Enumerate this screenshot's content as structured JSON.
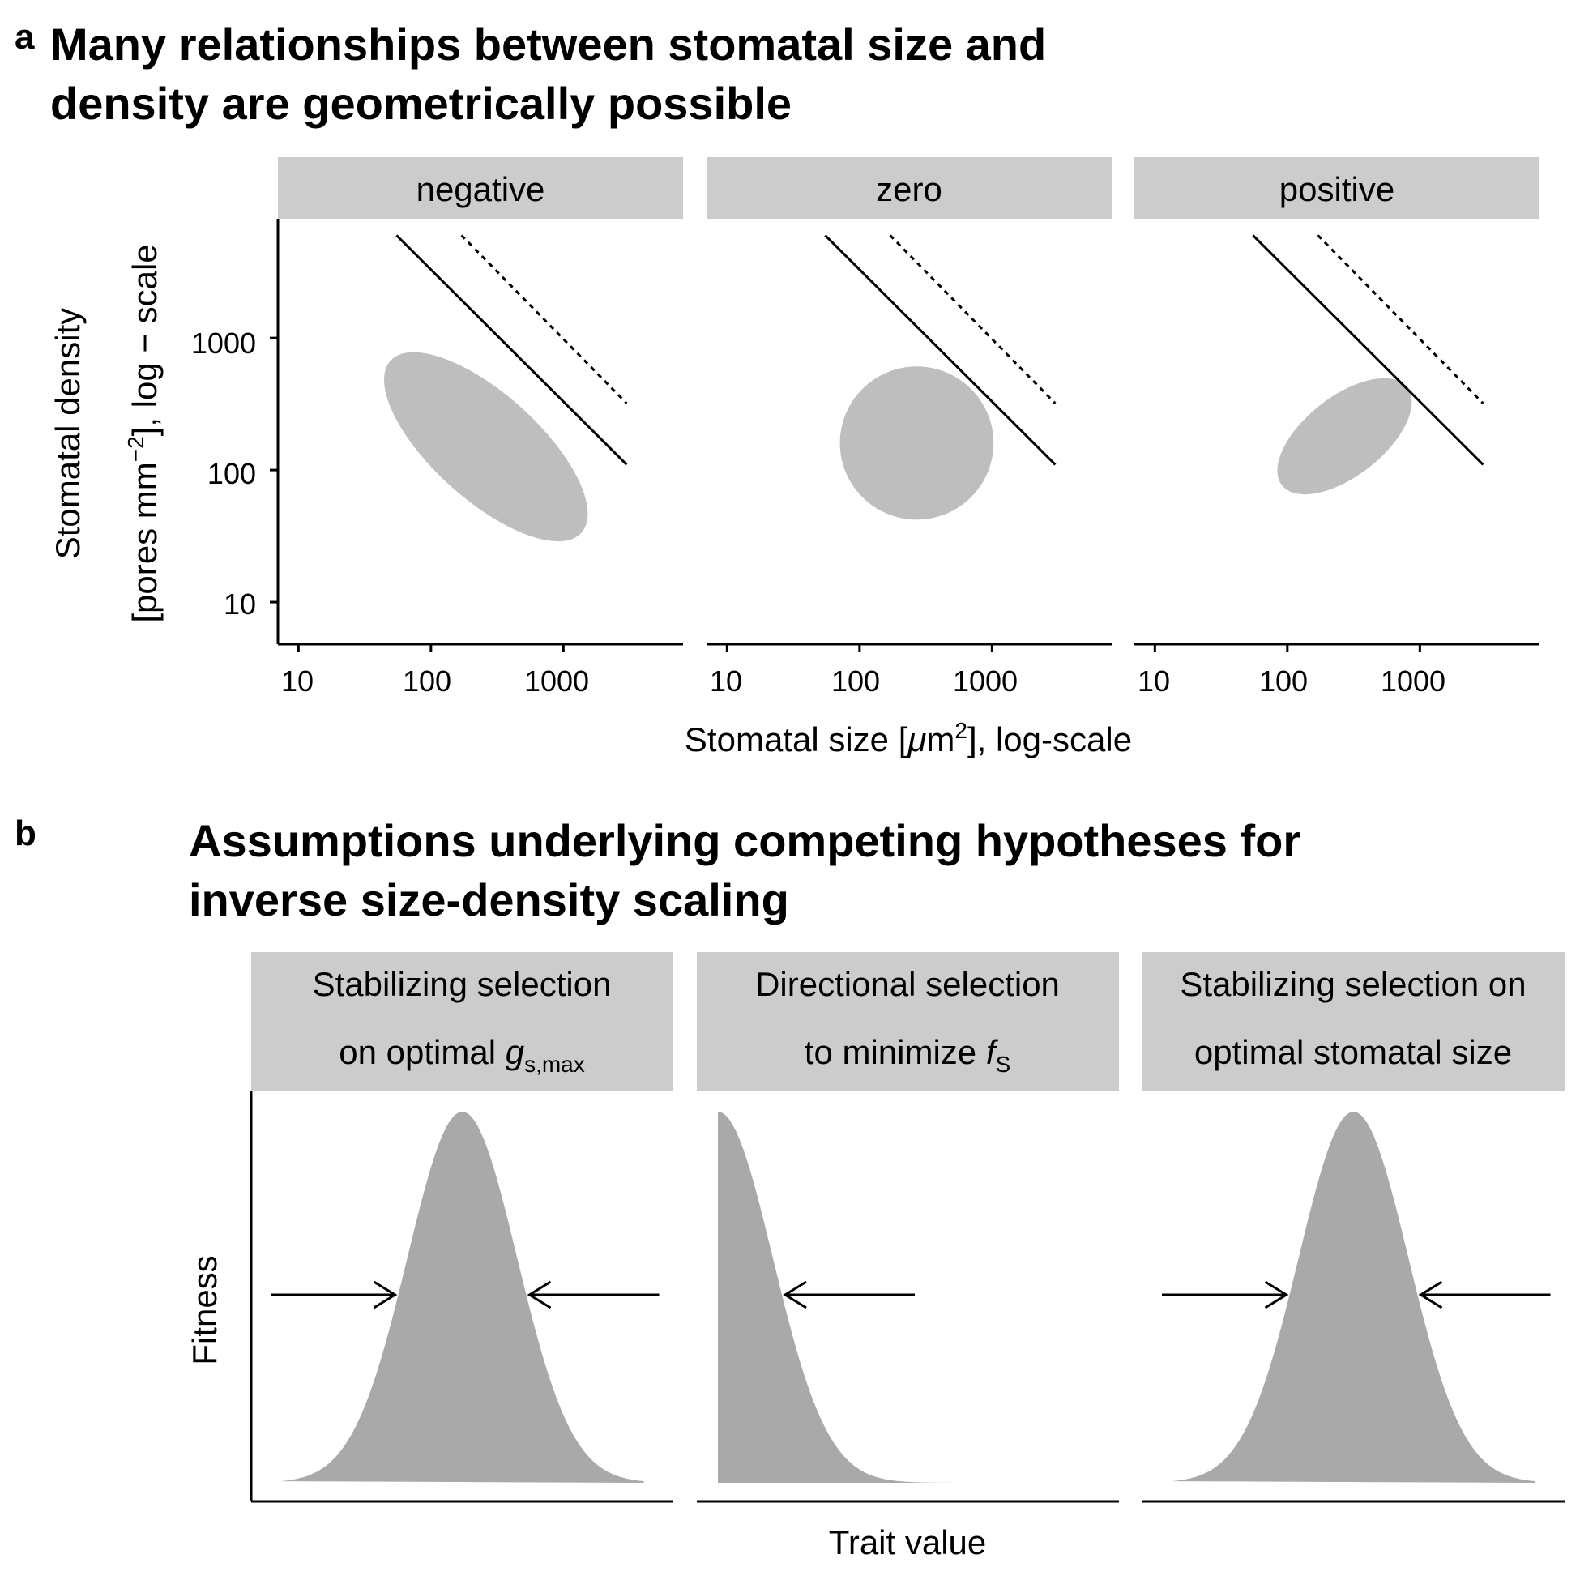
{
  "panel_a": {
    "label": "a",
    "title_line1": "Many relationships between stomatal size and",
    "title_line2": "density are geometrically possible"
  },
  "panel_b": {
    "label": "b",
    "title_line1": "Assumptions underlying competing hypotheses for",
    "title_line2": "inverse size-density scaling"
  },
  "colors": {
    "strip": "#cccccc",
    "ellipse": "#bebebe",
    "curve": "#a9a9a9",
    "ink": "#000000"
  },
  "chart_data": [
    {
      "type": "scatter",
      "facet_by": "relationship",
      "facets": [
        "negative",
        "zero",
        "positive"
      ],
      "xlabel": {
        "main": "Stomatal size [",
        "mu": "μ",
        "m": "m",
        "sup": "2",
        "rest": "], log-scale"
      },
      "ylabel": {
        "line1": "Stomatal density",
        "line2_main": "[pores mm",
        "line2_sup": "−2",
        "line2_rest": "], log − scale"
      },
      "x_scale": "log10",
      "y_scale": "log10",
      "xlim": [
        7,
        8000
      ],
      "ylim": [
        4.8,
        8000
      ],
      "x_ticks": [
        10,
        100,
        1000
      ],
      "y_ticks": [
        10,
        100,
        1000
      ],
      "x_tick_labels": [
        "10",
        "100",
        "1000"
      ],
      "y_tick_labels": [
        "10",
        "100",
        "1000"
      ],
      "grid": false,
      "reference_lines": [
        {
          "style": "solid",
          "from": [
            55,
            6000
          ],
          "to": [
            3000,
            110
          ]
        },
        {
          "style": "dashed",
          "from": [
            170,
            6000
          ],
          "to": [
            3000,
            320
          ]
        }
      ],
      "regions": [
        {
          "facet": "negative",
          "shape": "ellipse",
          "center": [
            260,
            150
          ],
          "log10_semi_axes": [
            0.97,
            0.4
          ],
          "tilt_degrees": -42
        },
        {
          "facet": "zero",
          "shape": "ellipse",
          "center": [
            270,
            160
          ],
          "log10_semi_axes": [
            0.58,
            0.58
          ],
          "tilt_degrees": 0
        },
        {
          "facet": "positive",
          "shape": "ellipse",
          "center": [
            270,
            180
          ],
          "log10_semi_axes": [
            0.6,
            0.3
          ],
          "tilt_degrees": 38
        }
      ]
    },
    {
      "type": "area",
      "xlabel": "Trait value",
      "ylabel": "Fitness",
      "facets": [
        {
          "line1": "Stabilizing selection",
          "line2_main": "on optimal ",
          "line2_italic": "g",
          "line2_sub": "s,max",
          "curve": "gaussian",
          "peak_position": 0.5,
          "width": 0.13,
          "arrows": [
            "right",
            "left"
          ]
        },
        {
          "line1": "Directional selection",
          "line2_main": "to minimize ",
          "line2_italic": "f",
          "line2_sub": "S",
          "curve": "half-gaussian",
          "peak_position": 0.05,
          "width": 0.13,
          "arrows": [
            "left"
          ]
        },
        {
          "line1": "Stabilizing selection on",
          "line2_main": "optimal stomatal size",
          "line2_italic": "",
          "line2_sub": "",
          "curve": "gaussian",
          "peak_position": 0.5,
          "width": 0.13,
          "arrows": [
            "right",
            "left"
          ]
        }
      ]
    }
  ]
}
